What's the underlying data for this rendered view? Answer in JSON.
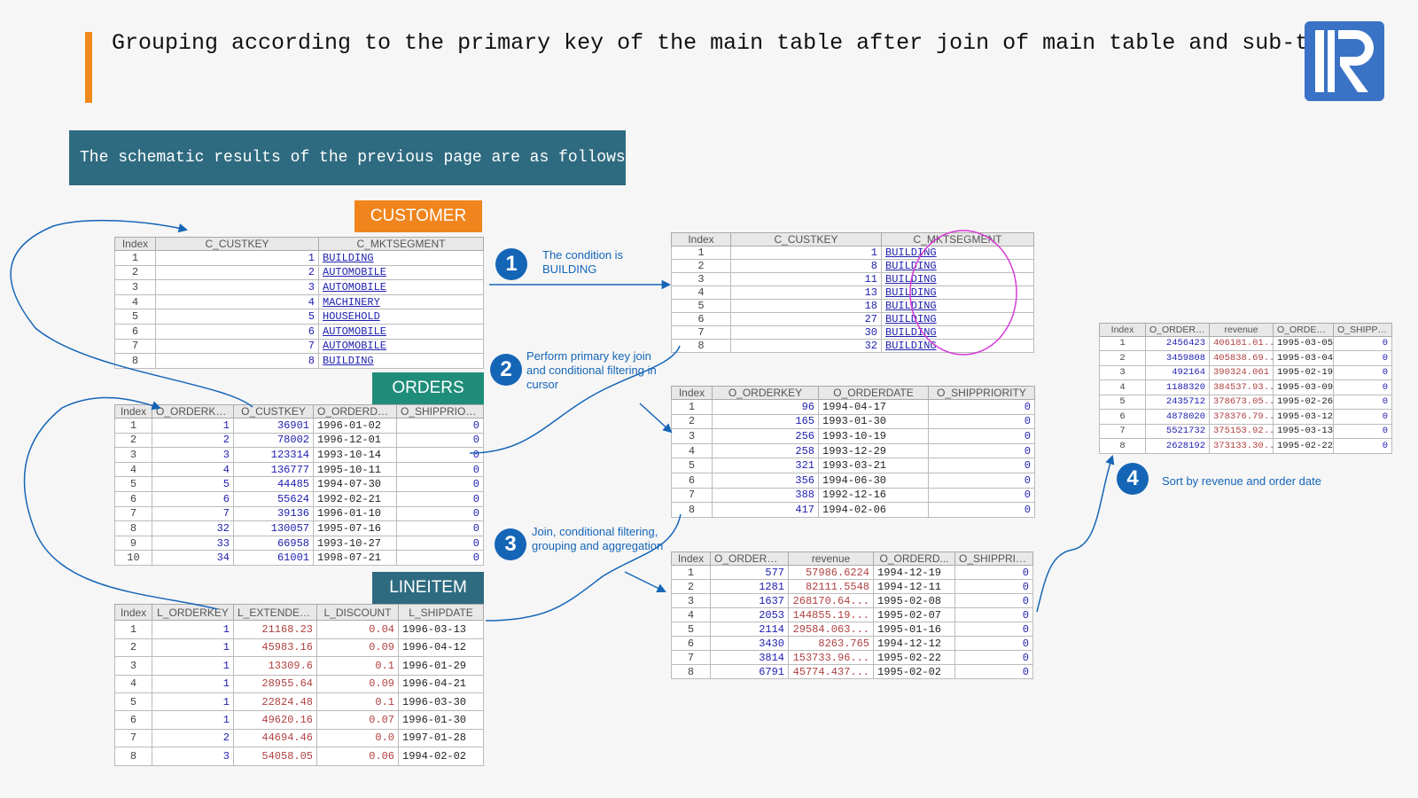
{
  "title": "Grouping according to the primary key of the main table after join of main table and sub-table",
  "subtitle": "The schematic results of the previous page are as follows:",
  "tags": {
    "customer": "CUSTOMER",
    "orders": "ORDERS",
    "lineitem": "LINEITEM"
  },
  "steps": [
    {
      "number": "1",
      "text": "The condition is BUILDING"
    },
    {
      "number": "2",
      "text": "Perform primary key join and conditional filtering in cursor"
    },
    {
      "number": "3",
      "text": "Join, conditional filtering, grouping and aggregation"
    },
    {
      "number": "4",
      "text": "Sort by revenue and order date"
    }
  ],
  "customer_table": {
    "headers": [
      "Index",
      "C_CUSTKEY",
      "C_MKTSEGMENT"
    ],
    "rows": [
      [
        "1",
        "1",
        "BUILDING"
      ],
      [
        "2",
        "2",
        "AUTOMOBILE"
      ],
      [
        "3",
        "3",
        "AUTOMOBILE"
      ],
      [
        "4",
        "4",
        "MACHINERY"
      ],
      [
        "5",
        "5",
        "HOUSEHOLD"
      ],
      [
        "6",
        "6",
        "AUTOMOBILE"
      ],
      [
        "7",
        "7",
        "AUTOMOBILE"
      ],
      [
        "8",
        "8",
        "BUILDING"
      ]
    ]
  },
  "orders_table": {
    "headers": [
      "Index",
      "O_ORDERKEY",
      "O_CUSTKEY",
      "O_ORDERDATE",
      "O_SHIPPRIORI..."
    ],
    "rows": [
      [
        "1",
        "1",
        "36901",
        "1996-01-02",
        "0"
      ],
      [
        "2",
        "2",
        "78002",
        "1996-12-01",
        "0"
      ],
      [
        "3",
        "3",
        "123314",
        "1993-10-14",
        "0"
      ],
      [
        "4",
        "4",
        "136777",
        "1995-10-11",
        "0"
      ],
      [
        "5",
        "5",
        "44485",
        "1994-07-30",
        "0"
      ],
      [
        "6",
        "6",
        "55624",
        "1992-02-21",
        "0"
      ],
      [
        "7",
        "7",
        "39136",
        "1996-01-10",
        "0"
      ],
      [
        "8",
        "32",
        "130057",
        "1995-07-16",
        "0"
      ],
      [
        "9",
        "33",
        "66958",
        "1993-10-27",
        "0"
      ],
      [
        "10",
        "34",
        "61001",
        "1998-07-21",
        "0"
      ]
    ]
  },
  "lineitem_table": {
    "headers": [
      "Index",
      "L_ORDERKEY",
      "L_EXTENDED...",
      "L_DISCOUNT",
      "L_SHIPDATE"
    ],
    "rows": [
      [
        "1",
        "1",
        "21168.23",
        "0.04",
        "1996-03-13"
      ],
      [
        "2",
        "1",
        "45983.16",
        "0.09",
        "1996-04-12"
      ],
      [
        "3",
        "1",
        "13309.6",
        "0.1",
        "1996-01-29"
      ],
      [
        "4",
        "1",
        "28955.64",
        "0.09",
        "1996-04-21"
      ],
      [
        "5",
        "1",
        "22824.48",
        "0.1",
        "1996-03-30"
      ],
      [
        "6",
        "1",
        "49620.16",
        "0.07",
        "1996-01-30"
      ],
      [
        "7",
        "2",
        "44694.46",
        "0.0",
        "1997-01-28"
      ],
      [
        "8",
        "3",
        "54058.05",
        "0.06",
        "1994-02-02"
      ]
    ]
  },
  "filtered_customer_table": {
    "headers": [
      "Index",
      "C_CUSTKEY",
      "C_MKTSEGMENT"
    ],
    "rows": [
      [
        "1",
        "1",
        "BUILDING"
      ],
      [
        "2",
        "8",
        "BUILDING"
      ],
      [
        "3",
        "11",
        "BUILDING"
      ],
      [
        "4",
        "13",
        "BUILDING"
      ],
      [
        "5",
        "18",
        "BUILDING"
      ],
      [
        "6",
        "27",
        "BUILDING"
      ],
      [
        "7",
        "30",
        "BUILDING"
      ],
      [
        "8",
        "32",
        "BUILDING"
      ]
    ]
  },
  "joined_orders_table": {
    "headers": [
      "Index",
      "O_ORDERKEY",
      "O_ORDERDATE",
      "O_SHIPPRIORITY"
    ],
    "rows": [
      [
        "1",
        "96",
        "1994-04-17",
        "0"
      ],
      [
        "2",
        "165",
        "1993-01-30",
        "0"
      ],
      [
        "3",
        "256",
        "1993-10-19",
        "0"
      ],
      [
        "4",
        "258",
        "1993-12-29",
        "0"
      ],
      [
        "5",
        "321",
        "1993-03-21",
        "0"
      ],
      [
        "6",
        "356",
        "1994-06-30",
        "0"
      ],
      [
        "7",
        "388",
        "1992-12-16",
        "0"
      ],
      [
        "8",
        "417",
        "1994-02-06",
        "0"
      ]
    ]
  },
  "grouped_table": {
    "headers": [
      "Index",
      "O_ORDERKEY",
      "revenue",
      "O_ORDERD...",
      "O_SHIPPRIO..."
    ],
    "rows": [
      [
        "1",
        "577",
        "57986.6224",
        "1994-12-19",
        "0"
      ],
      [
        "2",
        "1281",
        "82111.5548",
        "1994-12-11",
        "0"
      ],
      [
        "3",
        "1637",
        "268170.64...",
        "1995-02-08",
        "0"
      ],
      [
        "4",
        "2053",
        "144855.19...",
        "1995-02-07",
        "0"
      ],
      [
        "5",
        "2114",
        "29584.063...",
        "1995-01-16",
        "0"
      ],
      [
        "6",
        "3430",
        "8263.765",
        "1994-12-12",
        "0"
      ],
      [
        "7",
        "3814",
        "153733.96...",
        "1995-02-22",
        "0"
      ],
      [
        "8",
        "6791",
        "45774.437...",
        "1995-02-02",
        "0"
      ]
    ]
  },
  "sorted_table": {
    "headers": [
      "Index",
      "O_ORDERKEY",
      "revenue",
      "O_ORDERD...",
      "O_SHIPPRIO..."
    ],
    "rows": [
      [
        "1",
        "2456423",
        "406181.01...",
        "1995-03-05",
        "0"
      ],
      [
        "2",
        "3459808",
        "405838.69...",
        "1995-03-04",
        "0"
      ],
      [
        "3",
        "492164",
        "390324.061",
        "1995-02-19",
        "0"
      ],
      [
        "4",
        "1188320",
        "384537.93...",
        "1995-03-09",
        "0"
      ],
      [
        "5",
        "2435712",
        "378673.05...",
        "1995-02-26",
        "0"
      ],
      [
        "6",
        "4878020",
        "378376.79...",
        "1995-03-12",
        "0"
      ],
      [
        "7",
        "5521732",
        "375153.92...",
        "1995-03-13",
        "0"
      ],
      [
        "8",
        "2628192",
        "373133.30...",
        "1995-02-22",
        "0"
      ]
    ]
  },
  "colors": {
    "accent": "#f08a1c",
    "step_blue": "#1565b7",
    "highlight_ellipse": "#d63ad6"
  },
  "logo_icon": "raqsoft-r-logo"
}
